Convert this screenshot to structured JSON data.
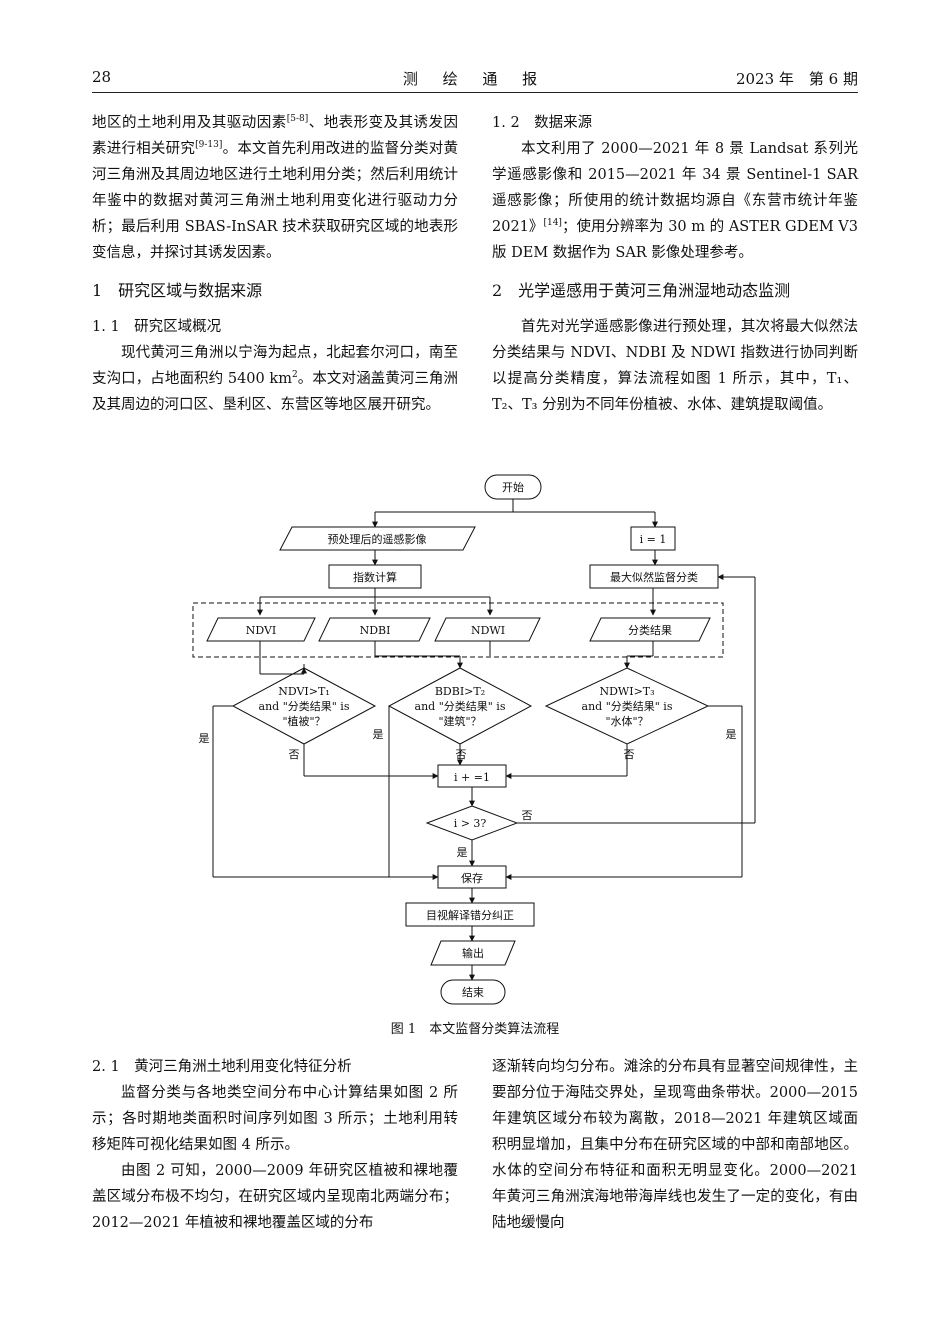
{
  "header": {
    "page_number": "28",
    "journal": "测 绘 通 报",
    "issue": "2023 年　第 6 期"
  },
  "left_top": {
    "intro": "地区的土地利用及其驱动因素",
    "ref1": "[5-8]",
    "intro_b": "、地表形变及其诱发因素进行相关研究",
    "ref2": "[9-13]",
    "intro_c": "。本文首先利用改进的监督分类对黄河三角洲及其周边地区进行土地利用分类；然后利用统计年鉴中的数据对黄河三角洲土地利用变化进行驱动力分析；最后利用 SBAS-InSAR 技术获取研究区域的地表形变信息，并探讨其诱发因素。",
    "sec1": "1　研究区域与数据来源",
    "sub11": "1. 1　研究区域概况",
    "p11_a": "现代黄河三角洲以宁海为起点，北起套尔河口，南至支沟口，占地面积约 5400 km",
    "p11_sup": "2",
    "p11_b": "。本文对涵盖黄河三角洲及其周边的河口区、垦利区、东营区等地区展开研究。"
  },
  "right_top": {
    "sub12": "1. 2　数据来源",
    "p12_a": "本文利用了 2000—2021 年 8 景 Landsat 系列光学遥感影像和 2015—2021 年 34 景 Sentinel-1 SAR 遥感影像；所使用的统计数据均源自《东营市统计年鉴 2021》",
    "p12_ref": "[14]",
    "p12_b": "；使用分辨率为 30 m 的 ASTER GDEM V3 版 DEM 数据作为 SAR 影像处理参考。",
    "sec2": "2　光学遥感用于黄河三角洲湿地动态监测",
    "p2": "首先对光学遥感影像进行预处理，其次将最大似然法分类结果与 NDVI、NDBI 及 NDWI 指数进行协同判断以提高分类精度，算法流程如图 1 所示，其中，T₁、T₂、T₃ 分别为不同年份植被、水体、建筑提取阈值。"
  },
  "flowchart": {
    "start": "开始",
    "preproc": "预处理后的遥感影像",
    "index": "指数计算",
    "i_init": "i = 1",
    "mlc": "最大似然监督分类",
    "ndvi": "NDVI",
    "ndbi": "NDBI",
    "ndwi": "NDWI",
    "result": "分类结果",
    "d1_l1": "NDVI>T₁",
    "d1_l2": "and \"分类结果\" is",
    "d1_l3": "\"植被\"？",
    "d2_l1": "BDBI>T₂",
    "d2_l2": "and \"分类结果\" is",
    "d2_l3": "\"建筑\"？",
    "d3_l1": "NDWI>T₃",
    "d3_l2": "and \"分类结果\" is",
    "d3_l3": "\"水体\"？",
    "yes": "是",
    "no": "否",
    "incr": "i + =1",
    "cond": "i > 3?",
    "save": "保存",
    "visual": "目视解译错分纠正",
    "output": "输出",
    "end": "结束"
  },
  "caption": "图 1　本文监督分类算法流程",
  "left_bottom": {
    "sub21": "2. 1　黄河三角洲土地利用变化特征分析",
    "p1": "监督分类与各地类空间分布中心计算结果如图 2 所示；各时期地类面积时间序列如图 3 所示；土地利用转移矩阵可视化结果如图 4 所示。",
    "p2": "由图 2 可知，2000—2009 年研究区植被和裸地覆盖区域分布极不均匀，在研究区域内呈现南北两端分布；2012—2021 年植被和裸地覆盖区域的分布"
  },
  "right_bottom": {
    "p": "逐渐转向均匀分布。滩涂的分布具有显著空间规律性，主要部分位于海陆交界处，呈现弯曲条带状。2000—2015 年建筑区域分布较为离散，2018—2021 年建筑区域面积明显增加，且集中分布在研究区域的中部和南部地区。水体的空间分布特征和面积无明显变化。2000—2021 年黄河三角洲滨海地带海岸线也发生了一定的变化，有由陆地缓慢向"
  }
}
